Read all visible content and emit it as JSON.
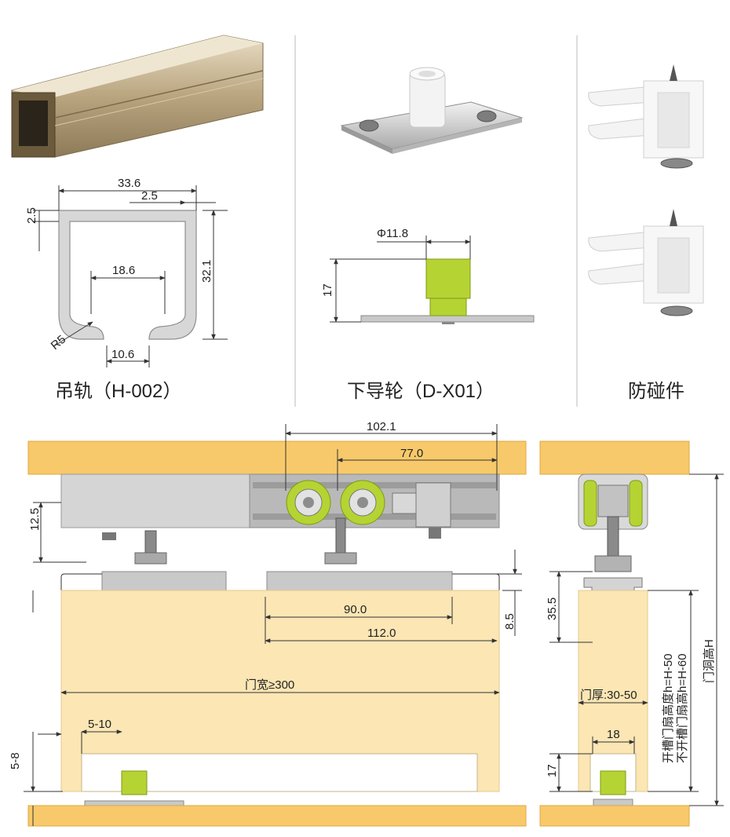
{
  "captions": {
    "rail": "吊轨（H-002）",
    "guide": "下导轮（D-X01）",
    "stopper": "防碰件"
  },
  "rail_dims": {
    "width": "33.6",
    "lip": "2.5",
    "top": "2.5",
    "height": "32.1",
    "inner": "18.6",
    "radius": "R5",
    "gap": "10.6"
  },
  "guide_dims": {
    "diameter": "Φ11.8",
    "height": "17"
  },
  "front_dims": {
    "d102": "102.1",
    "d77": "77.0",
    "d125": "12.5",
    "d90": "90.0",
    "d112": "112.0",
    "d85": "8.5",
    "width": "门宽≥300",
    "d510": "5-10",
    "d58": "5-8"
  },
  "side_dims": {
    "d355": "35.5",
    "thickness": "门厚:30-50",
    "d18": "18",
    "d17": "17",
    "h_slot": "开槽门扇高度h=H-50",
    "h_noslot": "不开槽门扇高h=H-60",
    "opening": "门洞高H"
  },
  "colors": {
    "wood": "#f7c96a",
    "door": "#fbe6b4",
    "green": "#b5d433",
    "metal": "#c9c9c9"
  }
}
